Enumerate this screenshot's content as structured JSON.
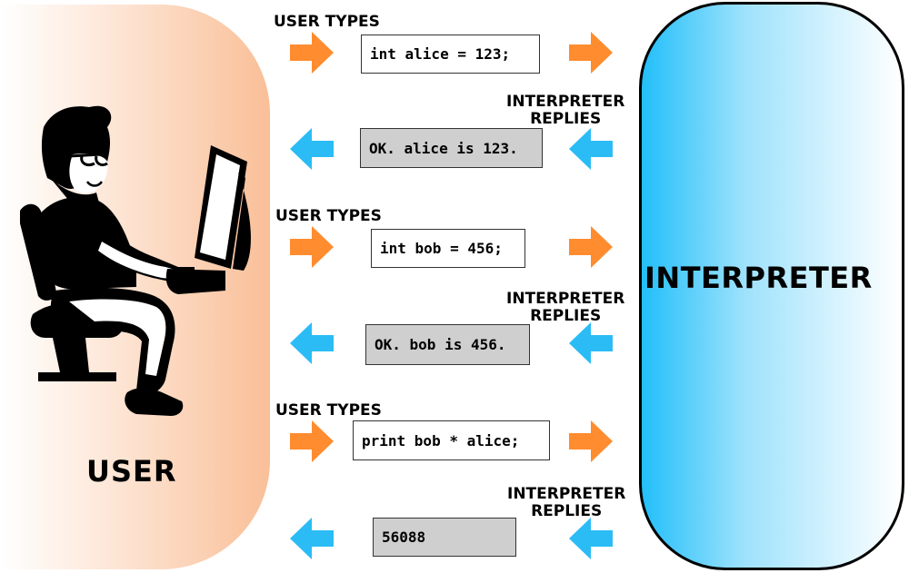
{
  "user": {
    "label": "USER"
  },
  "interpreter": {
    "label": "INTERPRETER"
  },
  "colors": {
    "user_arrow": "#ff8c2e",
    "reply_arrow": "#2bbcf6",
    "user_panel": "#f9bf98",
    "interpreter_panel": "#22bff9"
  },
  "exchanges": [
    {
      "caption": "USER TYPES",
      "code": "int alice = 123;"
    },
    {
      "caption_line1": "INTERPRETER",
      "caption_line2": "REPLIES",
      "code": "OK. alice is 123."
    },
    {
      "caption": "USER TYPES",
      "code": "int bob = 456;"
    },
    {
      "caption_line1": "INTERPRETER",
      "caption_line2": "REPLIES",
      "code": "OK. bob is 456."
    },
    {
      "caption": "USER TYPES",
      "code": "print bob * alice;"
    },
    {
      "caption_line1": "INTERPRETER",
      "caption_line2": "REPLIES",
      "code": "56088"
    }
  ]
}
